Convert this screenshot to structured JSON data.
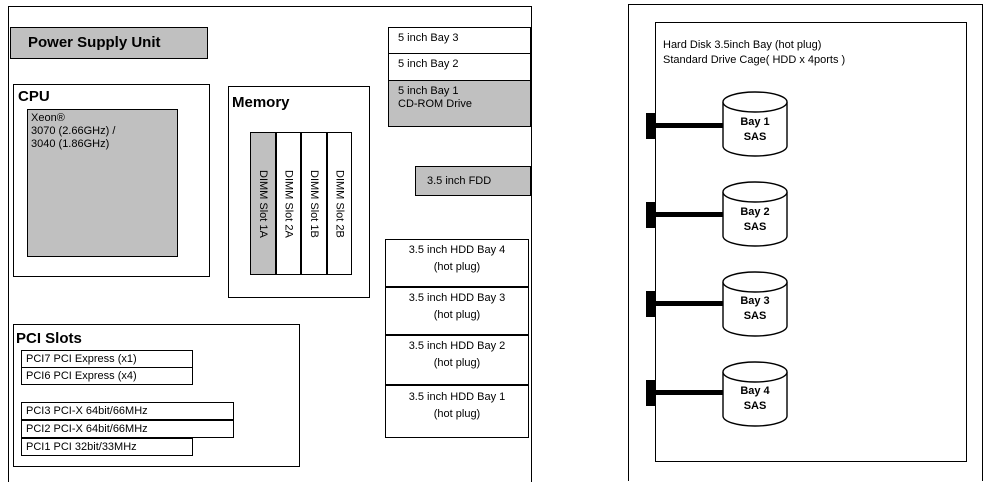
{
  "left": {
    "psu": "Power Supply Unit",
    "cpu": {
      "title": "CPU",
      "spec_lines": [
        "Xeon®",
        "3070 (2.66GHz) /",
        "3040 (1.86GHz)"
      ]
    },
    "memory": {
      "title": "Memory",
      "slots": [
        "DIMM Slot 1A",
        "DIMM Slot 2A",
        "DIMM Slot 1B",
        "DIMM Slot 2B"
      ]
    },
    "pci": {
      "title": "PCI Slots",
      "slots": [
        "PCI7 PCI Express (x1)",
        "PCI6 PCI Express (x4)",
        "PCI3 PCI-X 64bit/66MHz",
        "PCI2 PCI-X 64bit/66MHz",
        "PCI1 PCI 32bit/33MHz"
      ]
    },
    "bays_5inch": [
      {
        "lines": [
          "5 inch Bay 3"
        ]
      },
      {
        "lines": [
          "5 inch Bay 2"
        ]
      },
      {
        "lines": [
          "5 inch Bay 1",
          "CD-ROM Drive"
        ]
      }
    ],
    "fdd": "3.5 inch FDD",
    "hdd_bays": [
      {
        "title": "3.5 inch HDD Bay 4",
        "note": "(hot plug)"
      },
      {
        "title": "3.5 inch HDD Bay 3",
        "note": "(hot plug)"
      },
      {
        "title": "3.5 inch HDD Bay 2",
        "note": "(hot plug)"
      },
      {
        "title": "3.5 inch HDD Bay 1",
        "note": "(hot plug)"
      }
    ]
  },
  "right": {
    "title_lines": [
      "Hard Disk 3.5inch Bay (hot plug)",
      "Standard Drive Cage( HDD x 4ports )"
    ],
    "disks": [
      {
        "name": "Bay 1",
        "type": "SAS"
      },
      {
        "name": "Bay 2",
        "type": "SAS"
      },
      {
        "name": "Bay 3",
        "type": "SAS"
      },
      {
        "name": "Bay 4",
        "type": "SAS"
      }
    ]
  },
  "colors": {
    "fill_gray": "#c0c0c0",
    "line": "#000000",
    "background": "#ffffff"
  }
}
